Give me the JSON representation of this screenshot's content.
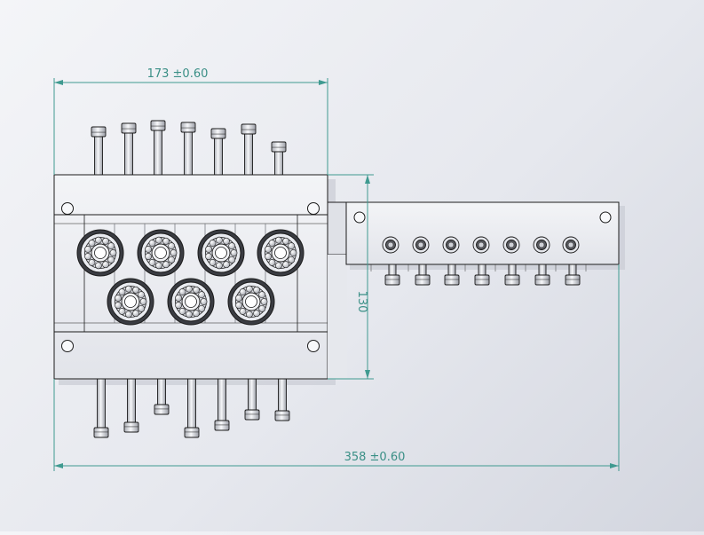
{
  "dimensions": {
    "top_width": "173 ±0.60",
    "height": "130",
    "total_width": "358 ±0.60"
  },
  "colors": {
    "dimension_line": "#3f9a90",
    "part_fill": "#eceef3",
    "part_stroke": "#1c1c1c",
    "shadow": "#c5c8d0"
  }
}
